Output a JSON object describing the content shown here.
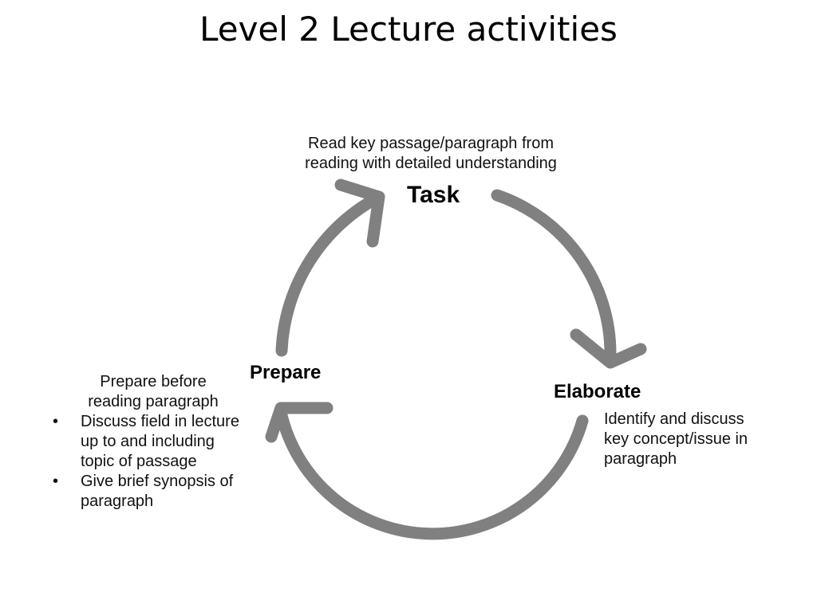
{
  "title": "Level 2 Lecture activities",
  "colors": {
    "arrow": "#808080",
    "text": "#000000"
  },
  "stages": {
    "task": {
      "label": "Task",
      "description_lines": [
        "Read key passage/paragraph from",
        "reading with detailed understanding"
      ]
    },
    "elaborate": {
      "label": "Elaborate",
      "description_lines": [
        "Identify and discuss",
        "key concept/issue in",
        "paragraph"
      ]
    },
    "prepare": {
      "label": "Prepare",
      "intro_lines": [
        "Prepare before",
        "reading paragraph"
      ],
      "bullets": [
        {
          "marker": "•",
          "lines": [
            "Discuss field in lecture",
            "up to and including",
            "topic of passage"
          ]
        },
        {
          "marker": "•",
          "lines": [
            "Give brief synopsis of",
            "paragraph"
          ]
        }
      ]
    }
  },
  "arrows": [
    {
      "from": "Task",
      "to": "Elaborate"
    },
    {
      "from": "Elaborate",
      "to": "Prepare"
    },
    {
      "from": "Prepare",
      "to": "Task"
    }
  ]
}
